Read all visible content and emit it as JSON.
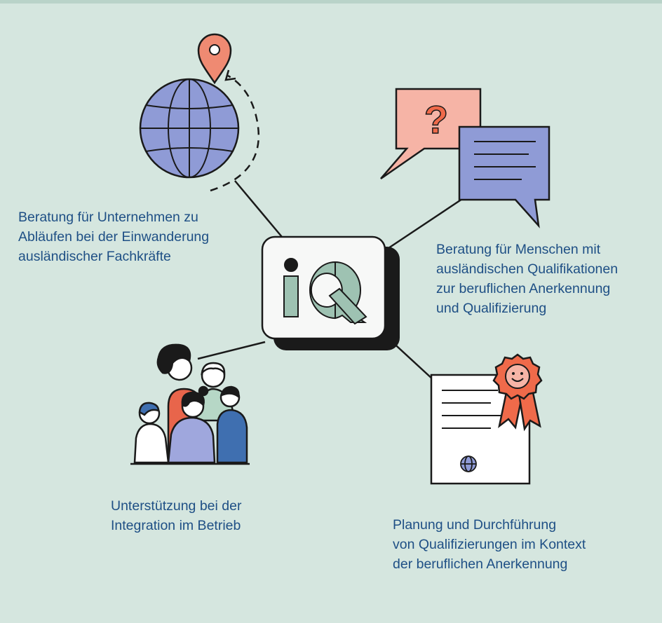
{
  "colors": {
    "background": "#d5e6df",
    "ink": "#1a1a1a",
    "label_text": "#1e4f85",
    "globe_blue": "#8f9bd6",
    "pin_orange": "#ef8a72",
    "bubble_pink": "#f6b4a6",
    "chat_blue": "#8f9bd6",
    "logo_green": "#9ec2b2",
    "seal_orange": "#ef6a4a",
    "person_red": "#e8654b",
    "person_blue": "#3f6fb0",
    "person_lavender": "#9fa7dd",
    "person_green": "#b6d7c6"
  },
  "center": {
    "logo_text": "iQ",
    "logo_icon": "iq-logo"
  },
  "nodes": {
    "top_left": {
      "icon": "globe-with-location-pin-icon",
      "lines": [
        "Beratung für Unternehmen zu",
        "Abläufen bei der Einwanderung",
        "ausländischer Fachkräfte"
      ]
    },
    "top_right": {
      "icon": "speech-bubbles-question-icon",
      "question_mark": "?",
      "lines": [
        "Beratung für Menschen mit",
        "ausländischen Qualifikationen",
        "zur beruflichen Anerkennung",
        "und Qualifizierung"
      ]
    },
    "bottom_left": {
      "icon": "group-of-people-icon",
      "lines": [
        "Unterstützung bei der",
        "Integration im Betrieb"
      ]
    },
    "bottom_right": {
      "icon": "certificate-with-seal-icon",
      "lines": [
        "Planung und Durchführung",
        "von Qualifizierungen im Kontext",
        "der beruflichen Anerkennung"
      ]
    }
  }
}
